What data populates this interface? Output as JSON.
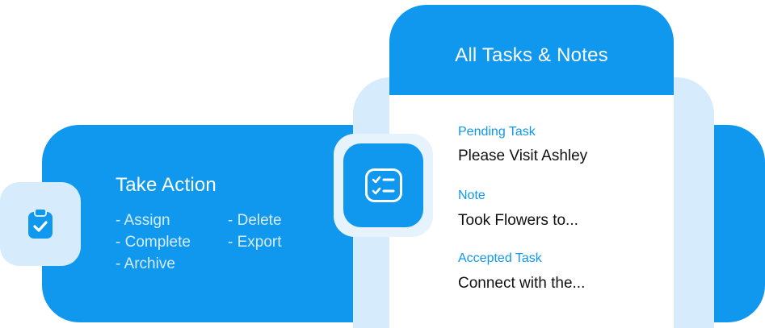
{
  "action_card": {
    "title": "Take Action",
    "actions": [
      "- Assign",
      "- Delete",
      "- Complete",
      "- Export",
      "- Archive"
    ],
    "icon": "clipboard-check-icon"
  },
  "tasks_panel": {
    "title": "All Tasks & Notes",
    "icon": "checklist-icon",
    "items": [
      {
        "label": "Pending Task",
        "text": "Please Visit Ashley"
      },
      {
        "label": "Note",
        "text": "Took Flowers to..."
      },
      {
        "label": "Accepted Task",
        "text": "Connect with the..."
      }
    ]
  },
  "colors": {
    "primary": "#0f98ee",
    "light": "#d6ebfb",
    "text_dark": "#111111",
    "action_text": "#d7ecfb"
  }
}
